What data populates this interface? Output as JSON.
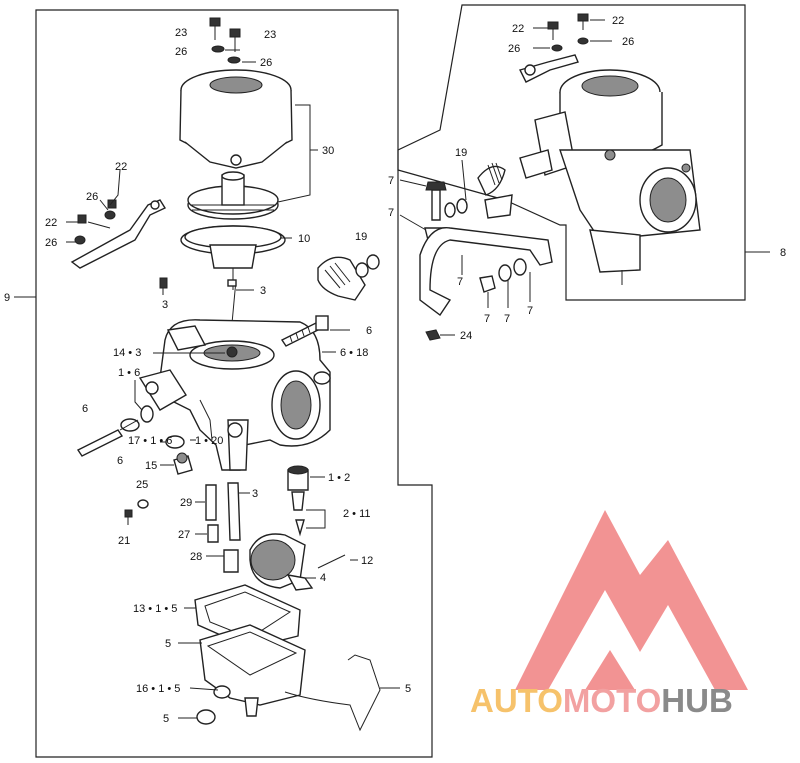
{
  "diagram": {
    "labels": {
      "n23a": "23",
      "n23b": "23",
      "n26a": "26",
      "n26b": "26",
      "n30": "30",
      "n10": "10",
      "n22a": "22",
      "n26c": "26",
      "n22b": "22",
      "n26d": "26",
      "n3a": "3",
      "n3b": "3",
      "n19a": "19",
      "n6a": "6",
      "n6_18": "6 • 18",
      "n14_3": "14 • 3",
      "n1_6": "1 • 6",
      "n6b": "6",
      "n6c": "6",
      "n17_1_6": "17 • 1 • 6",
      "n1_20": "1 • 20",
      "n15": "15",
      "n25": "25",
      "n29": "29",
      "n3c": "3",
      "n1_2": "1 • 2",
      "n2_11": "2 • 11",
      "n21": "21",
      "n27": "27",
      "n28": "28",
      "n12": "12",
      "n4": "4",
      "n13_1_5": "13 • 1 • 5",
      "n5a": "5",
      "n16_1_5": "16 • 1 • 5",
      "n5b": "5",
      "n5c": "5",
      "n9": "9",
      "n8": "8",
      "r22a": "22",
      "r22b": "22",
      "r26a": "26",
      "r26b": "26",
      "r7a": "7",
      "r7b": "7",
      "r19": "19",
      "r7c": "7",
      "r7d": "7",
      "r7e": "7",
      "r7f": "7",
      "r24": "24"
    }
  },
  "watermark": {
    "word1": "AUTO",
    "word2": "MOTO",
    "word3": "HUB",
    "colors": {
      "auto": "#f6c26b",
      "moto": "#f2a1a1",
      "hub": "#8a8a8a",
      "logo": "#f08080"
    }
  }
}
